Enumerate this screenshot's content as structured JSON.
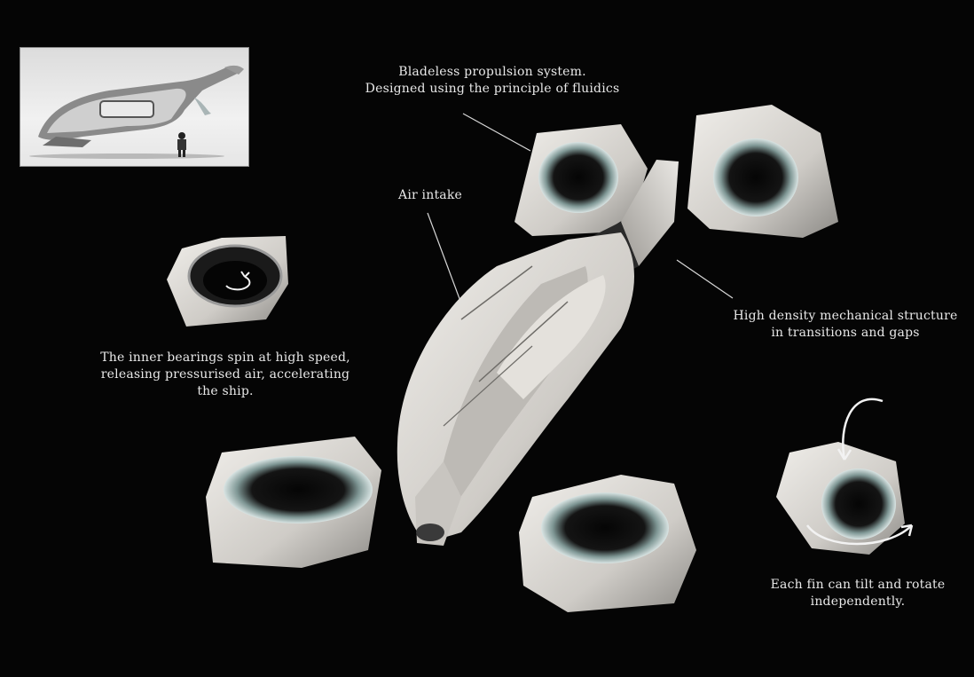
{
  "captions": {
    "propulsion": [
      "Bladeless propulsion system.",
      "Designed using the principle of fluidics"
    ],
    "air_intake": [
      "Air intake"
    ],
    "structure": [
      "High density mechanical structure",
      "in transitions and gaps"
    ],
    "bearings": [
      "The inner bearings spin at high speed,",
      "releasing pressurised air, accelerating",
      "the ship."
    ],
    "fin": [
      "Each fin can tilt and rotate",
      "independently."
    ]
  },
  "colors": {
    "background": "#050505",
    "hull": "#d9d7d3",
    "ring_glow": "#9fb4b2",
    "caption_text": "#e8e8e8"
  }
}
